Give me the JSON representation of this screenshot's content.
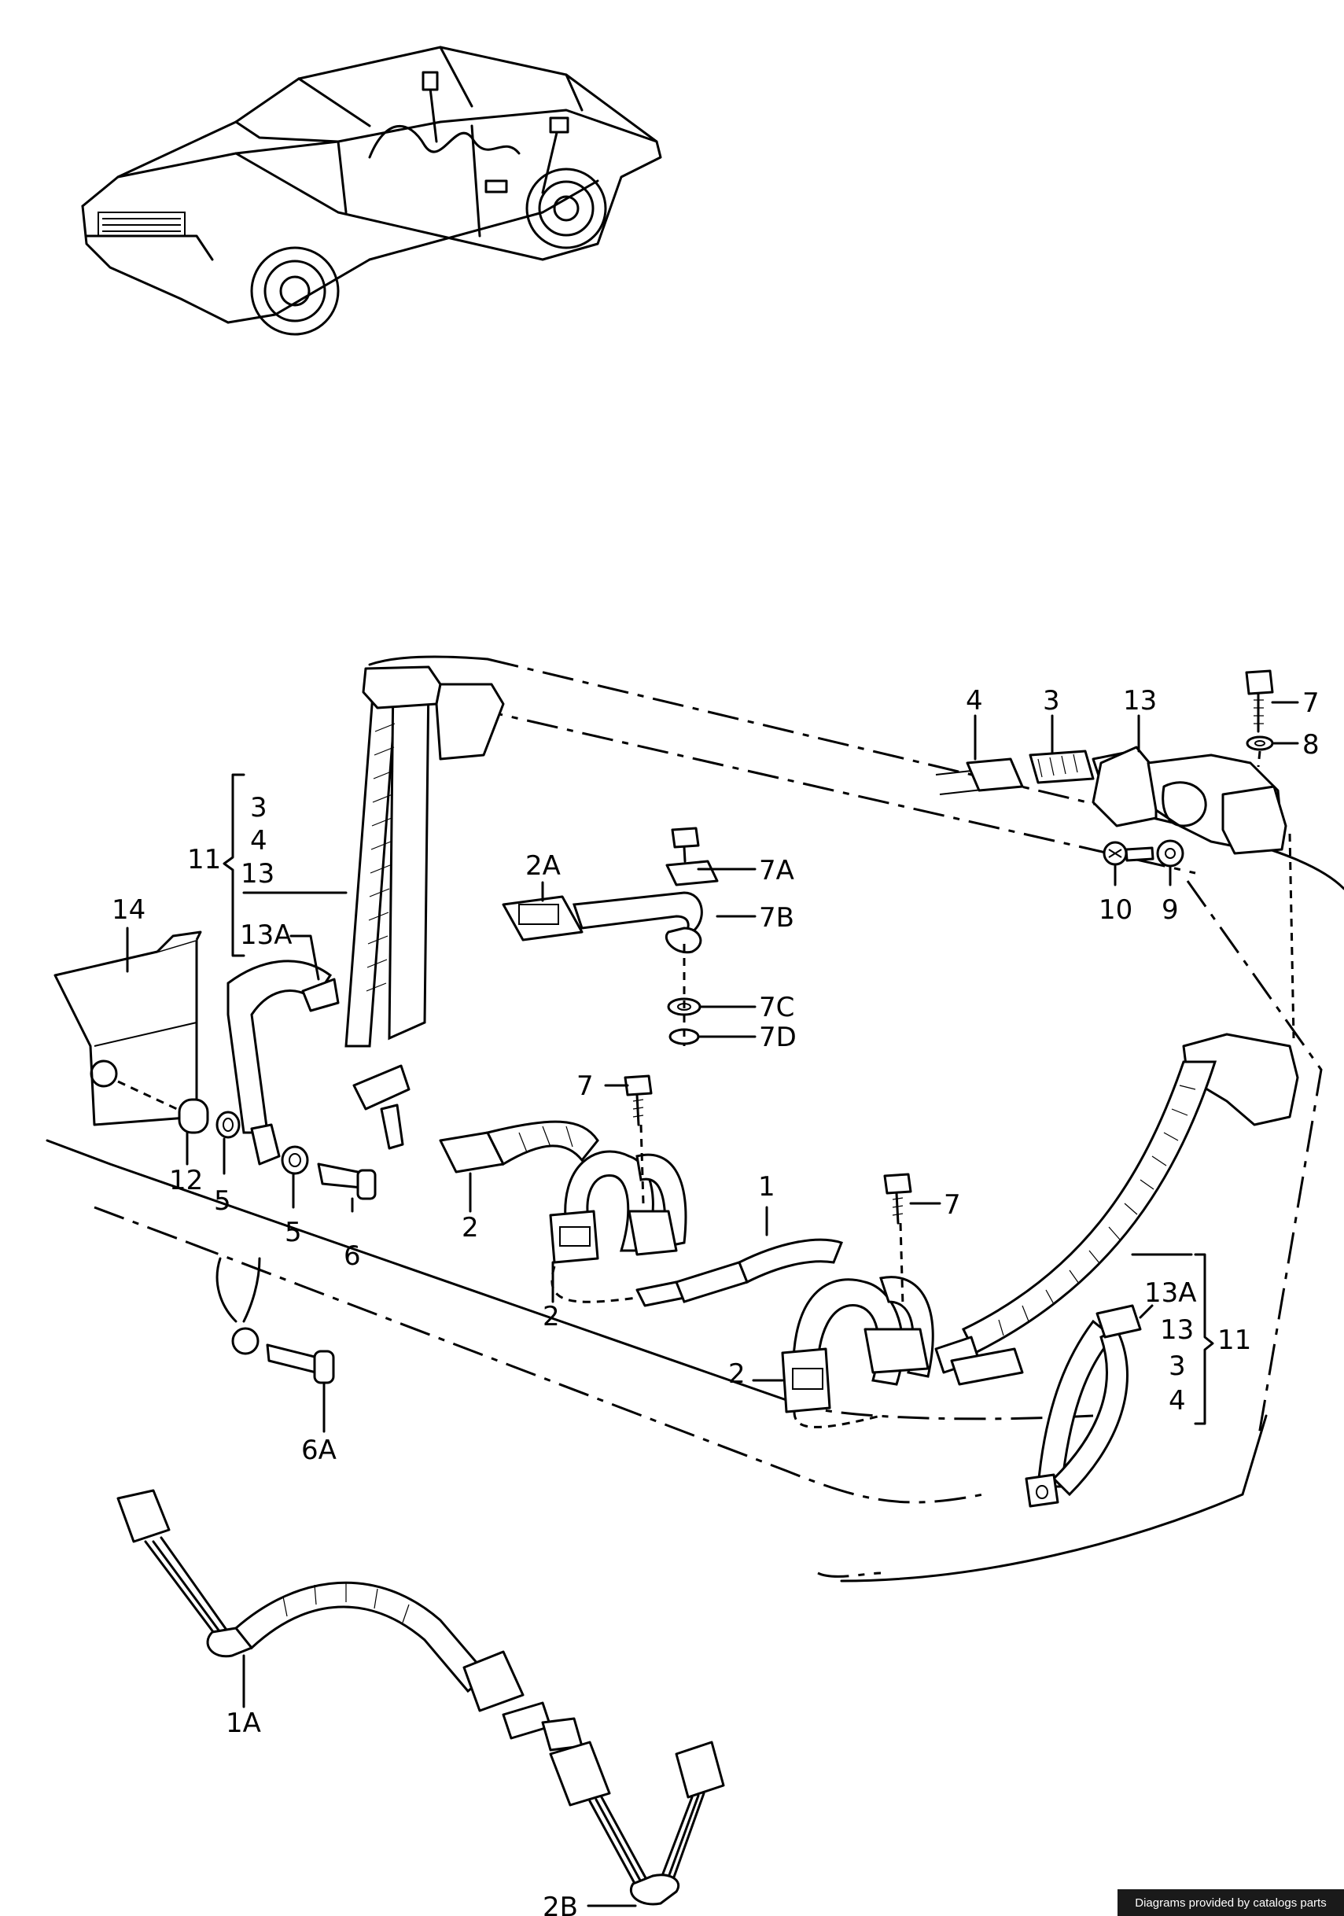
{
  "callouts": {
    "c1": "1",
    "c1A": "1A",
    "c2a": "2",
    "c2b": "2",
    "c2c": "2",
    "c2A": "2A",
    "c2B": "2B",
    "c3a": "3",
    "c3b": "3",
    "c3c": "3",
    "c4a": "4",
    "c4b": "4",
    "c4c": "4",
    "c5a": "5",
    "c5b": "5",
    "c6": "6",
    "c6A": "6A",
    "c7a": "7",
    "c7b": "7",
    "c7c": "7",
    "c7A": "7A",
    "c7B": "7B",
    "c7C": "7C",
    "c7D": "7D",
    "c8": "8",
    "c9": "9",
    "c10": "10",
    "c11a": "11",
    "c11b": "11",
    "c12": "12",
    "c13a": "13",
    "c13b": "13",
    "c13c": "13",
    "c13Aa": "13A",
    "c13Ab": "13A",
    "c14": "14"
  },
  "credit": "Diagrams provided by catalogs parts",
  "colors": {
    "ink": "#000000",
    "paper": "#ffffff",
    "credit_bg": "#1a1a1a"
  }
}
